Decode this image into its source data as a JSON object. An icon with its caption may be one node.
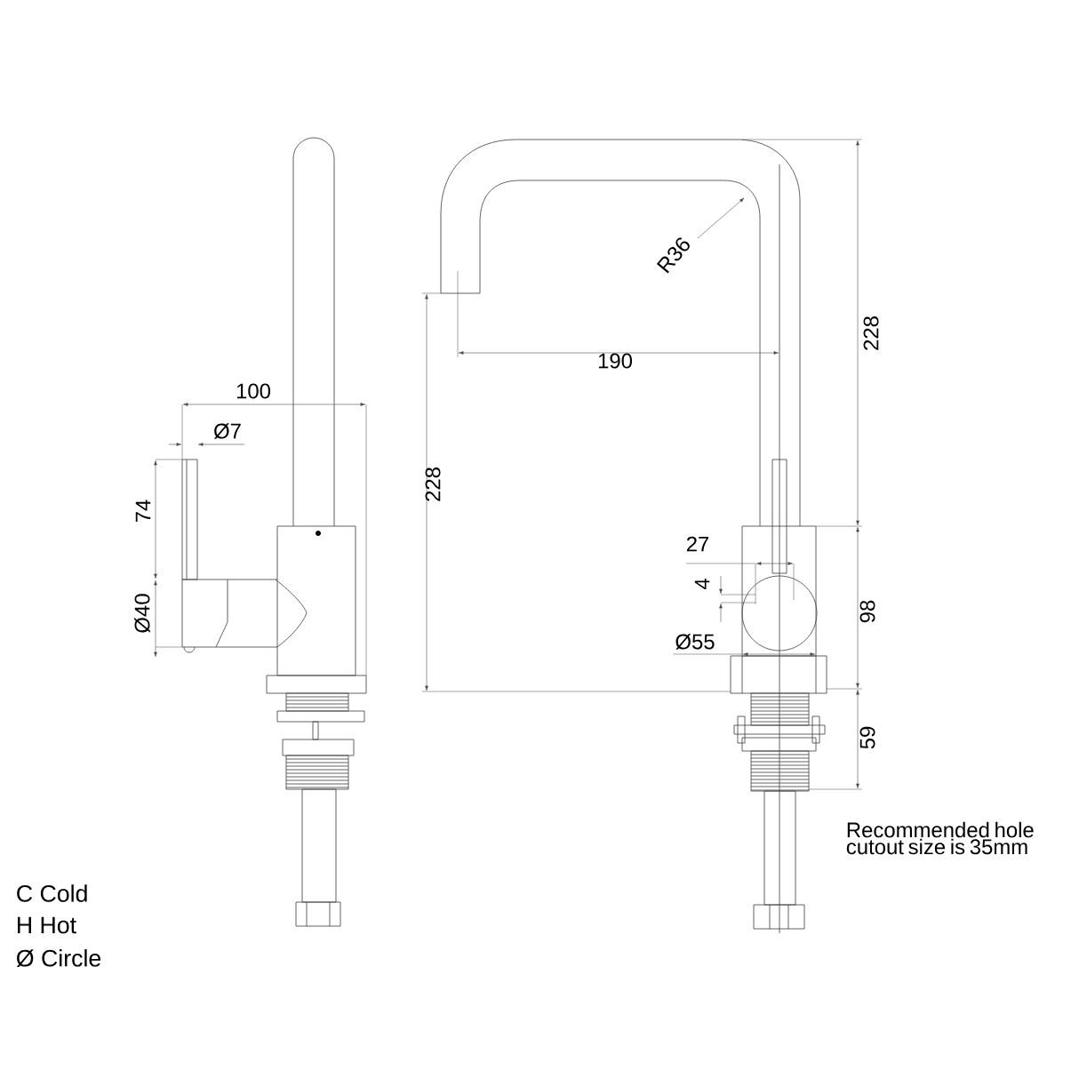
{
  "diagram": {
    "labels": [
      "R36",
      "228",
      "190",
      "100",
      "Ø7",
      "228",
      "74",
      "27",
      "4",
      "Ø40",
      "98",
      "Ø55",
      "59",
      "Recommended hole cutout size is 35mm",
      "C Cold",
      "H Hot",
      "Ø Circle"
    ]
  }
}
